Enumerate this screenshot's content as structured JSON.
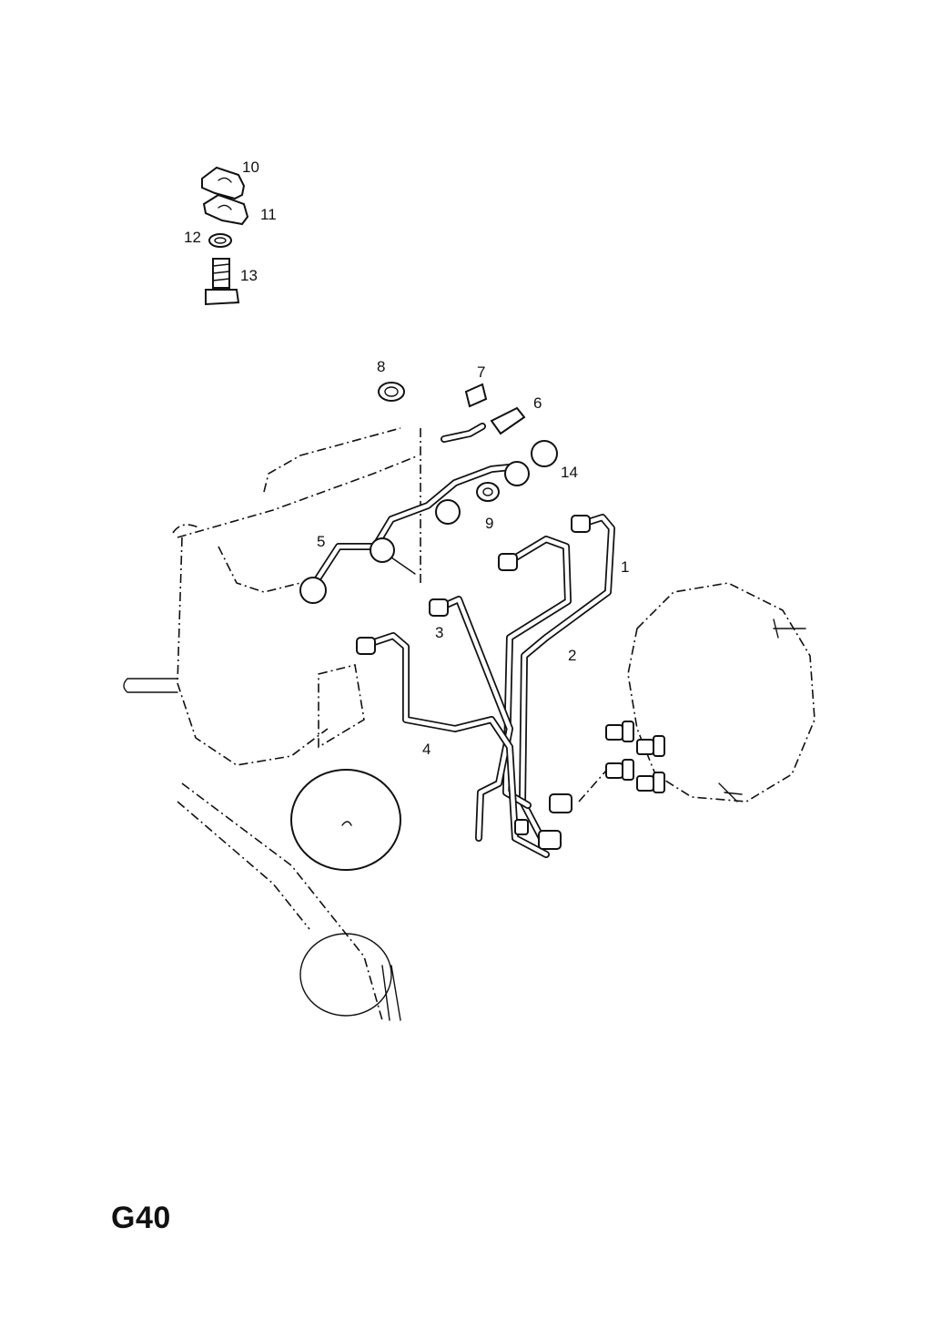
{
  "diagram": {
    "page_code": "G40",
    "callouts": [
      "1",
      "2",
      "3",
      "4",
      "5",
      "6",
      "7",
      "8",
      "9",
      "10",
      "11",
      "12",
      "13",
      "14"
    ]
  }
}
